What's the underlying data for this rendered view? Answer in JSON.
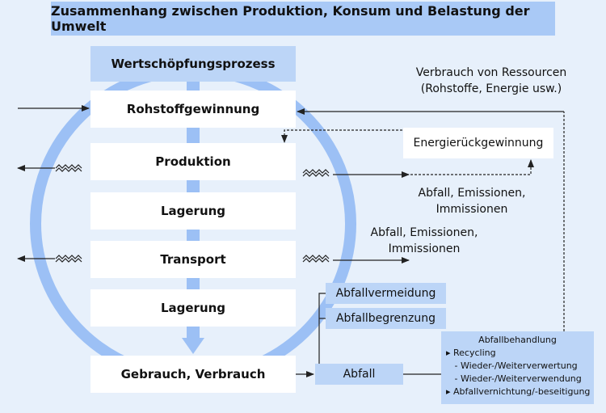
{
  "title": "Zusammenhang zwischen Produktion, Konsum und Belastung der Umwelt",
  "process": {
    "header": "Wertschöpfungsprozess",
    "stages": [
      "Rohstoffgewinnung",
      "Produktion",
      "Lagerung",
      "Transport",
      "Lagerung",
      "Gebrauch, Verbrauch"
    ]
  },
  "resources": {
    "line1": "Verbrauch von Ressourcen",
    "line2": "(Rohstoffe, Energie usw.)"
  },
  "energy_recovery": "Energierückgewinnung",
  "emissions_production": {
    "line1": "Abfall, Emissionen,",
    "line2": "Immissionen"
  },
  "emissions_transport": {
    "line1": "Abfall, Emissionen,",
    "line2": "Immissionen"
  },
  "waste": {
    "avoidance": "Abfallvermeidung",
    "limitation": "Abfallbegrenzung",
    "waste": "Abfall"
  },
  "waste_treatment": {
    "title": "Abfallbehandlung",
    "items": [
      "▸ Recycling",
      "   - Wieder-/Weiterverwertung",
      "   - Wieder-/Weiterverwendung",
      "▸ Abfallvernichtung/-beseitigung"
    ]
  },
  "colors": {
    "background": "#e7f0fb",
    "header_fill": "#a9c9f6",
    "box_fill": "#bcd5f7",
    "cycle_ring": "#9cc0f5",
    "arrow": "#222222"
  }
}
